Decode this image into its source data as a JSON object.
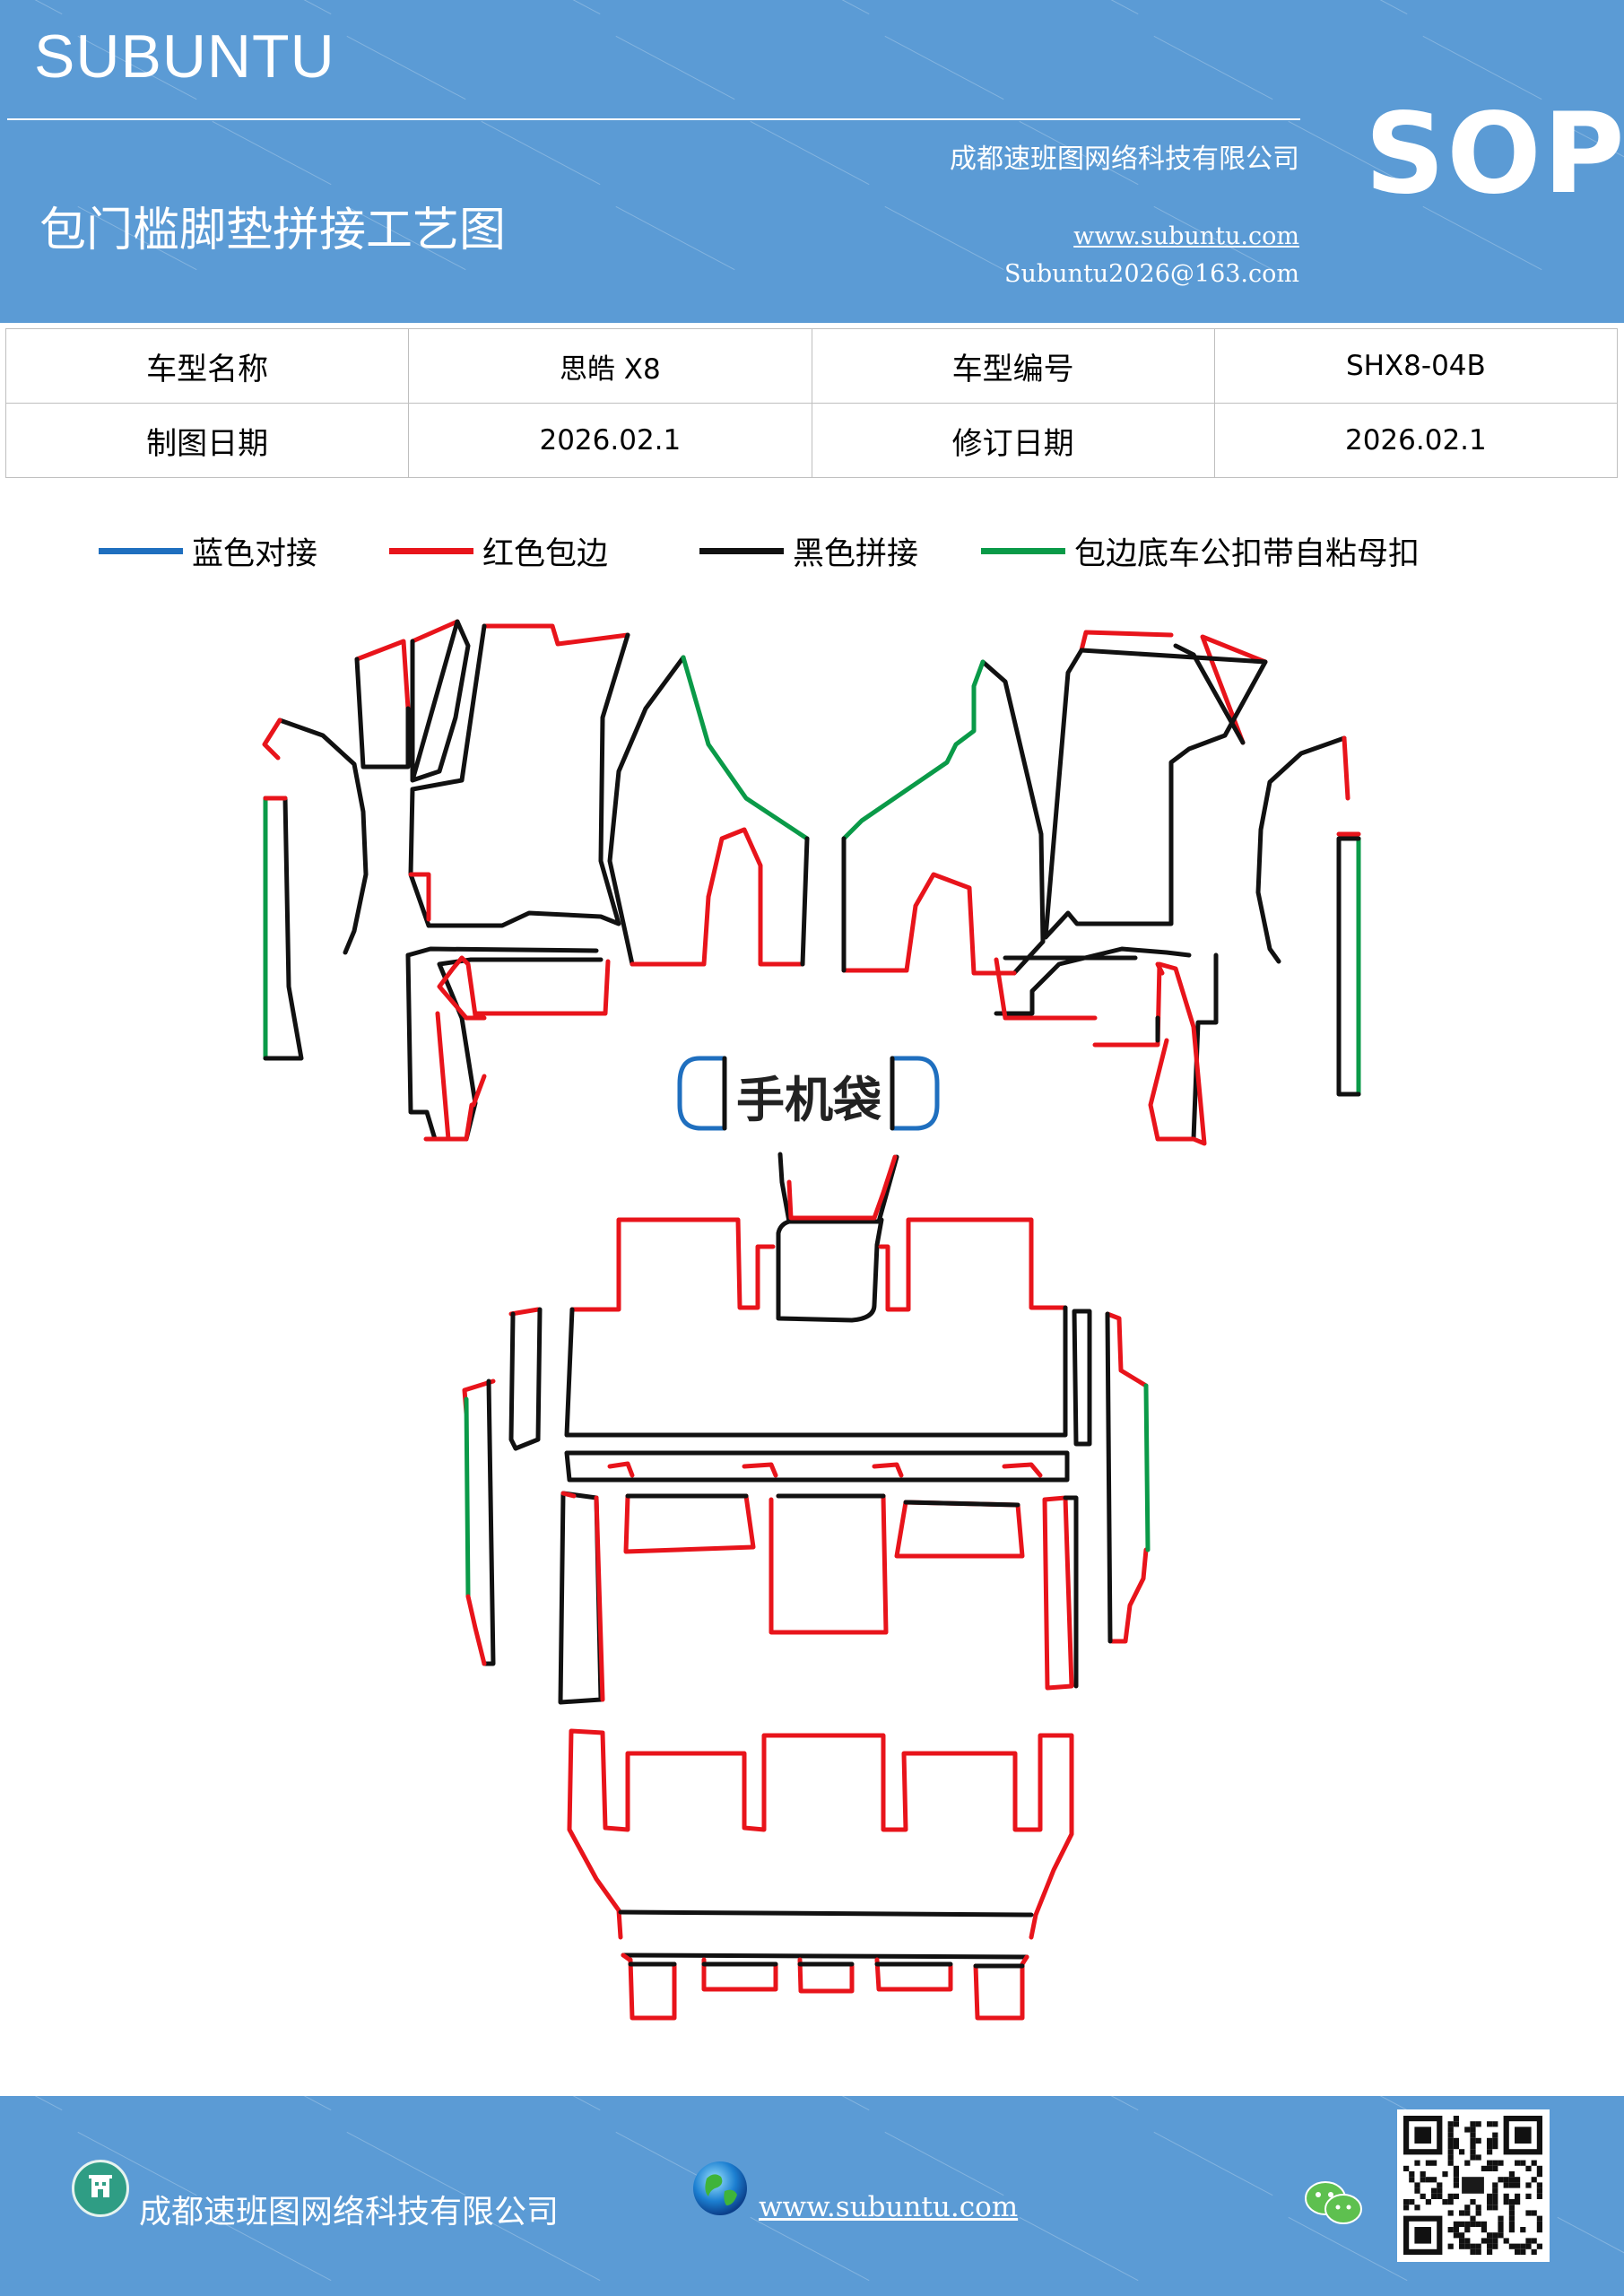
{
  "header": {
    "brand": "SUBUNTU",
    "title": "包门槛脚垫拼接工艺图",
    "company": "成都速班图网络科技有限公司",
    "website": "www.subuntu.com",
    "email": "Subuntu2026@163.com",
    "badge": "SOP"
  },
  "info_table": {
    "rows": [
      [
        "车型名称",
        "思皓 X8",
        "车型编号",
        "SHX8-04B"
      ],
      [
        "制图日期",
        "2026.02.1",
        "修订日期",
        "2026.02.1"
      ]
    ]
  },
  "legend": [
    {
      "label": "蓝色对接",
      "color": "#1f6fbf"
    },
    {
      "label": "红色包边",
      "color": "#e8141b"
    },
    {
      "label": "黑色拼接",
      "color": "#111111"
    },
    {
      "label": "包边底车公扣带自粘母扣",
      "color": "#0a9a48"
    }
  ],
  "diagram": {
    "label": "手机袋"
  },
  "footer": {
    "company": "成都速班图网络科技有限公司",
    "website": "www.subuntu.com"
  },
  "colors": {
    "header_bg": "#5b9bd5",
    "line_blue": "#1f6fbf",
    "line_red": "#e8141b",
    "line_black": "#111111",
    "line_green": "#0a9a48"
  },
  "icons": [
    "building-icon",
    "globe-icon",
    "wechat-icon",
    "qr-code"
  ]
}
